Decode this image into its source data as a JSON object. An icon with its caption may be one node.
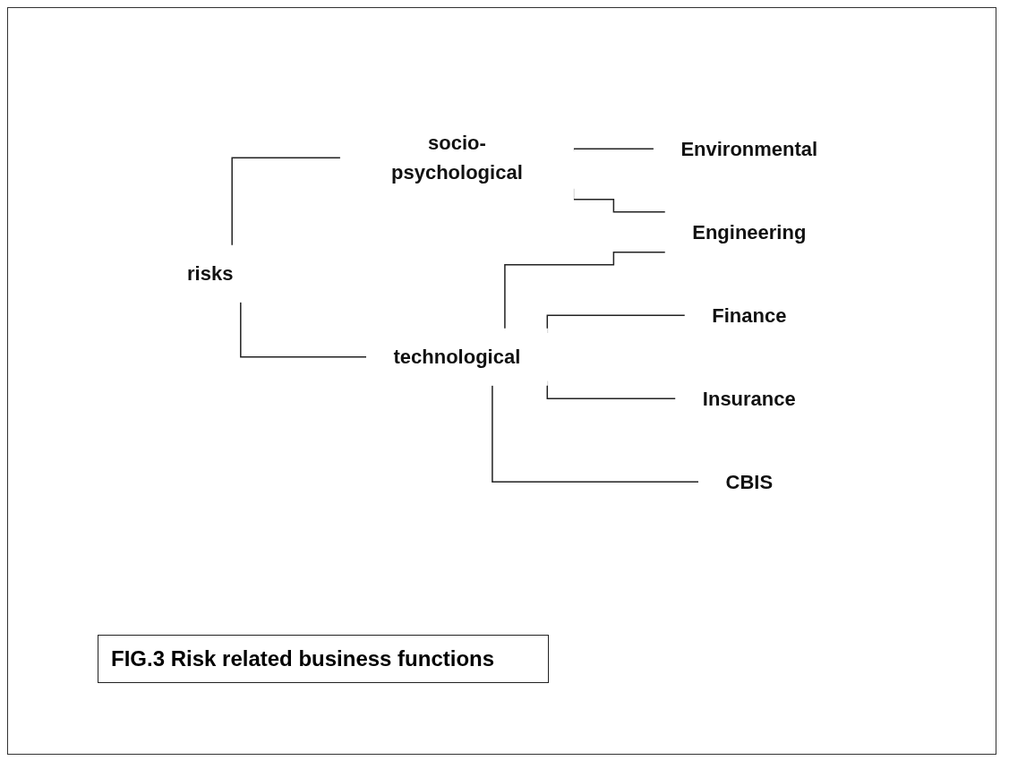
{
  "diagram": {
    "caption": "FIG.3 Risk related business functions",
    "nodes": [
      {
        "text": [
          "risks"
        ]
      },
      {
        "text": [
          "socio-psychological"
        ]
      },
      {
        "text": [
          "technological"
        ]
      },
      {
        "text": [
          "Environmental"
        ]
      },
      {
        "text": [
          "Engineering"
        ]
      },
      {
        "text": [
          "Finance"
        ]
      },
      {
        "text": [
          "Insurance"
        ]
      },
      {
        "text": [
          "CBIS"
        ]
      }
    ],
    "edges": [
      {
        "from": 0,
        "to": 1,
        "arrow": "none"
      },
      {
        "from": 0,
        "to": 2,
        "arrow": "none"
      },
      {
        "from": 1,
        "to": 3,
        "arrow": "none"
      },
      {
        "from": 1,
        "to": 4,
        "arrow": "none"
      },
      {
        "from": 2,
        "to": 4,
        "arrow": "none"
      },
      {
        "from": 2,
        "to": 5,
        "arrow": "none"
      },
      {
        "from": 2,
        "to": 6,
        "arrow": "none"
      },
      {
        "from": 2,
        "to": 7,
        "arrow": "none"
      }
    ]
  }
}
